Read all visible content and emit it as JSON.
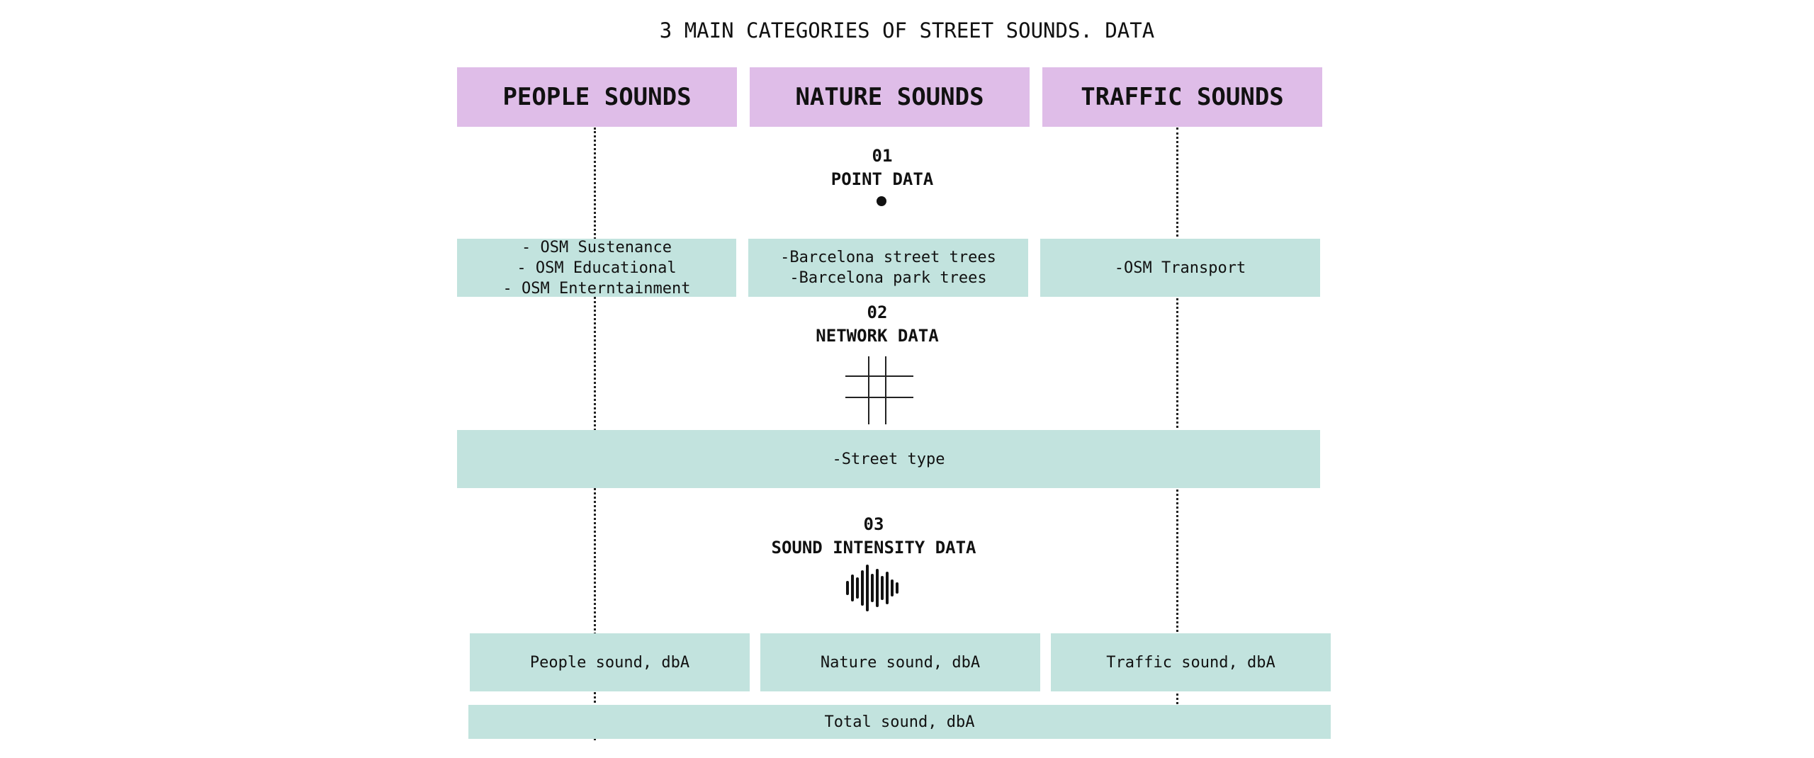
{
  "title": "3 MAIN CATEGORIES OF STREET SOUNDS. DATA",
  "categories": [
    "PEOPLE SOUNDS",
    "NATURE SOUNDS",
    "TRAFFIC SOUNDS"
  ],
  "steps": [
    {
      "number": "01",
      "label": "POINT DATA",
      "icon": "dot-icon"
    },
    {
      "number": "02",
      "label": "NETWORK DATA",
      "icon": "grid-icon"
    },
    {
      "number": "03",
      "label": "SOUND INTENSITY DATA",
      "icon": "sound-wave-icon"
    }
  ],
  "point_data": {
    "people": [
      "- OSM Sustenance",
      "- OSM Educational",
      "- OSM Enterntainment"
    ],
    "nature": [
      "-Barcelona street trees",
      "-Barcelona park trees"
    ],
    "traffic": [
      "-OSM Transport"
    ]
  },
  "network_data": "-Street type",
  "intensity": {
    "people": "People sound, dbA",
    "nature": "Nature sound, dbA",
    "traffic": "Traffic sound, dbA",
    "total": "Total sound, dbA"
  },
  "colors": {
    "category": "#dfbde8",
    "data_box": "#c2e3de"
  }
}
